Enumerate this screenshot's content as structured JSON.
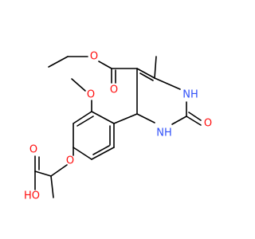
{
  "colors": {
    "bond": "#000000",
    "oxygen": "#ff0d0d",
    "nitrogen": "#3050f8",
    "carbon": "#000000",
    "background": "#ffffff"
  },
  "atom_labels": {
    "o_ester_carbonyl": "O",
    "o_ester_ether": "O",
    "nh_top": "NH",
    "o_urea": "O",
    "nh_bottom": "NH",
    "o_methoxy": "O",
    "o_aryl_ether": "O",
    "o_acid_carbonyl": "O",
    "oh_acid": "HO"
  }
}
